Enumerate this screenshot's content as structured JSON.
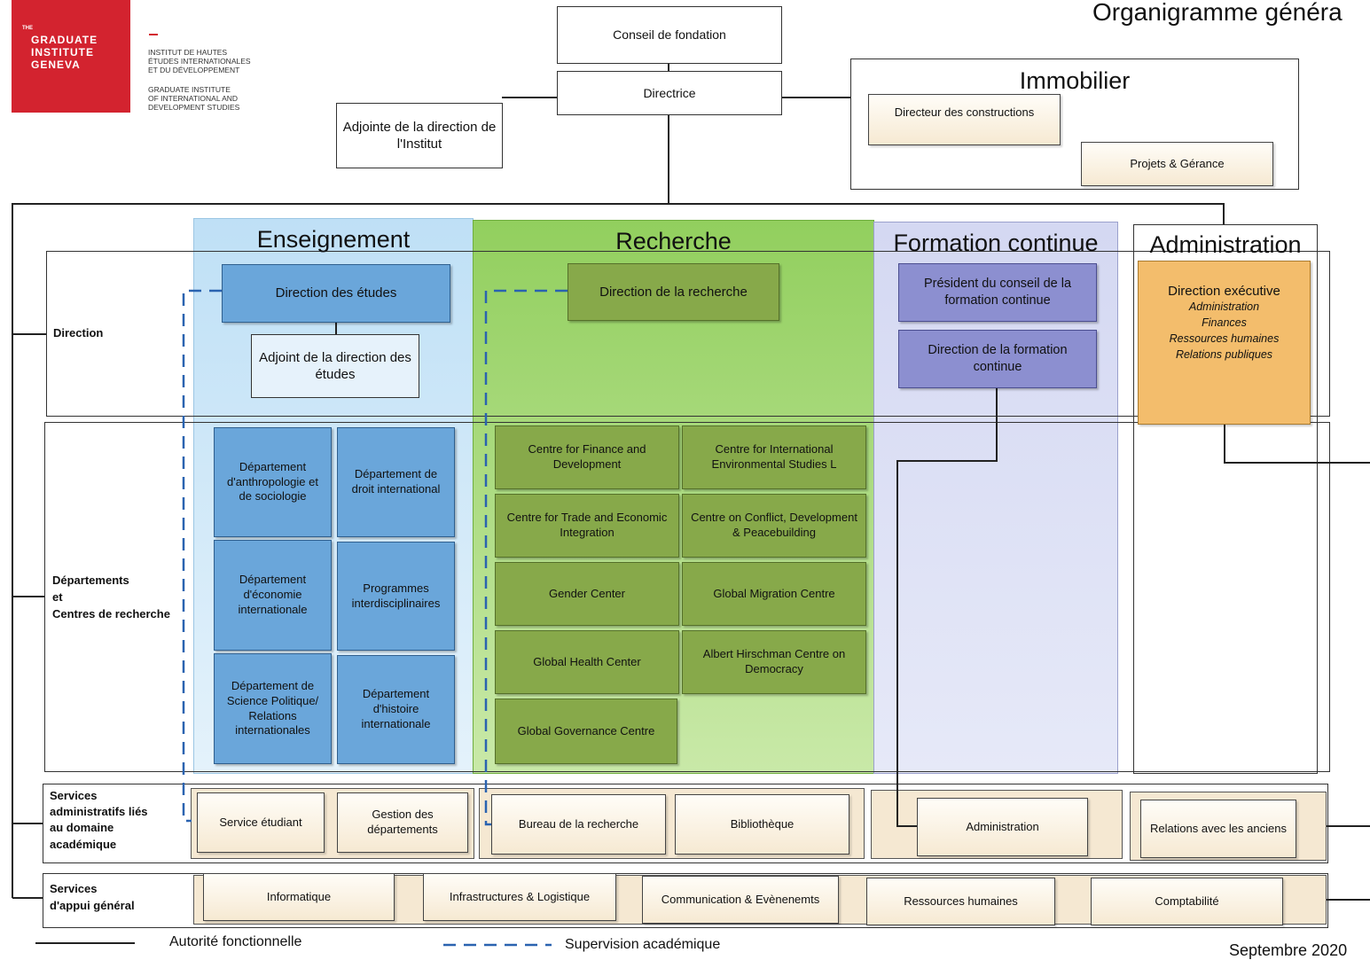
{
  "title": "Organigramme généra",
  "date": "Septembre 2020",
  "logo": {
    "lines": [
      "THE",
      "GRADUATE",
      "INSTITUTE",
      "GENEVA"
    ],
    "fr_name": [
      "INSTITUT DE HAUTES",
      "ÉTUDES INTERNATIONALES",
      "ET DU DÉVELOPPEMENT"
    ],
    "en_name": [
      "GRADUATE INSTITUTE",
      "OF INTERNATIONAL AND",
      "DEVELOPMENT STUDIES"
    ],
    "color": "#d3232f"
  },
  "top": {
    "conseil": "Conseil de fondation",
    "directrice": "Directrice",
    "adjointe": "Adjointe de la direction de l'Institut"
  },
  "immobilier": {
    "title": "Immobilier",
    "directeur": "Directeur des constructions",
    "projets": "Projets & Gérance"
  },
  "rows": {
    "direction": "Direction",
    "departements": [
      "Départements",
      "et",
      "Centres de recherche"
    ],
    "services_acad": [
      "Services",
      "administratifs liés",
      "au domaine",
      "académique"
    ],
    "services_gen": [
      "Services",
      "d'appui général"
    ]
  },
  "columns": {
    "enseignement": {
      "title": "Enseignement",
      "direction": "Direction des études",
      "adjoint": "Adjoint de la direction des études",
      "departments": [
        "Département d'anthropologie et de sociologie",
        "Département de droit international",
        "Département d'économie internationale",
        "Programmes interdisciplinaires",
        "Département de Science Politique/ Relations internationales",
        "Département d'histoire internationale"
      ],
      "services": [
        "Service étudiant",
        "Gestion des départements"
      ]
    },
    "recherche": {
      "title": "Recherche",
      "direction": "Direction de la recherche",
      "centres": [
        "Centre for Finance and Development",
        "Centre for International Environmental Studies L",
        "Centre for Trade and Economic Integration",
        "Centre on Conflict, Development & Peacebuilding",
        "Gender Center",
        "Global Migration Centre",
        "Global Health Center",
        "Albert Hirschman Centre on Democracy",
        "Global Governance Centre"
      ],
      "services": [
        "Bureau de la recherche",
        "Bibliothèque"
      ]
    },
    "formation": {
      "title": "Formation continue",
      "president": "Président du conseil de la formation continue",
      "direction": "Direction de la formation continue",
      "services": [
        "Administration"
      ]
    },
    "administration": {
      "title": "Administration",
      "direction": "Direction exécutive",
      "areas": [
        "Administration",
        "Finances",
        "Ressources humaines",
        "Relations publiques"
      ],
      "services": [
        "Relations avec les anciens"
      ]
    }
  },
  "general_services": [
    "Informatique",
    "Infrastructures & Logistique",
    "Communication & Evènenemts",
    "Ressources humaines",
    "Comptabilité"
  ],
  "legend": {
    "solid": "Autorité fonctionnelle",
    "dashed": "Supervision académique"
  },
  "colors": {
    "enseignement_bg": "#cfe6f6",
    "recherche_bg": "#a7d77a",
    "formation_bg": "#dcdff3",
    "admin_box": "#f3bd6c",
    "dashed": "#2a63b0"
  }
}
